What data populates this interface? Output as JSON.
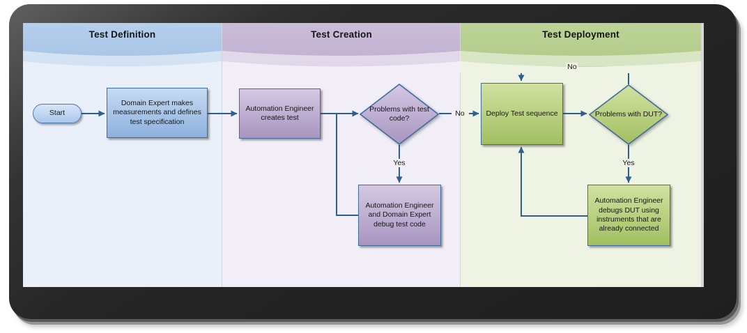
{
  "lanes": [
    {
      "id": "test-definition",
      "label": "Test Definition",
      "header_color": "#aac7e8",
      "body_color": "#eaf0fa"
    },
    {
      "id": "test-creation",
      "label": "Test Creation",
      "header_color": "#c6b6d4",
      "body_color": "#f1eef7"
    },
    {
      "id": "test-deployment",
      "label": "Test Deployment",
      "header_color": "#b7ce8e",
      "body_color": "#eff3e3"
    }
  ],
  "nodes": [
    {
      "id": "start",
      "type": "terminator",
      "lane": "test-definition",
      "color": "blue",
      "label": "Start"
    },
    {
      "id": "domain-expert-measurements",
      "type": "process",
      "lane": "test-definition",
      "color": "blue",
      "label": "Domain Expert makes measurements and defines test specification"
    },
    {
      "id": "automation-engineer-creates-test",
      "type": "process",
      "lane": "test-creation",
      "color": "purple",
      "label": "Automation Engineer creates test"
    },
    {
      "id": "problems-with-test-code",
      "type": "decision",
      "lane": "test-creation",
      "color": "purple",
      "label": "Problems with test code?"
    },
    {
      "id": "debug-test-code",
      "type": "process",
      "lane": "test-creation",
      "color": "purple",
      "label": "Automation Engineer and Domain Expert debug test code"
    },
    {
      "id": "deploy-test-sequence",
      "type": "process",
      "lane": "test-deployment",
      "color": "green",
      "label": "Deploy Test sequence"
    },
    {
      "id": "problems-with-dut",
      "type": "decision",
      "lane": "test-deployment",
      "color": "green",
      "label": "Problems with DUT?"
    },
    {
      "id": "debug-dut",
      "type": "process",
      "lane": "test-deployment",
      "color": "green",
      "label": "Automation Engineer debugs DUT using instruments that are already connected"
    }
  ],
  "edges": [
    {
      "from": "start",
      "to": "domain-expert-measurements",
      "label": ""
    },
    {
      "from": "domain-expert-measurements",
      "to": "automation-engineer-creates-test",
      "label": ""
    },
    {
      "from": "automation-engineer-creates-test",
      "to": "problems-with-test-code",
      "label": ""
    },
    {
      "from": "problems-with-test-code",
      "to": "debug-test-code",
      "label": "Yes"
    },
    {
      "from": "debug-test-code",
      "to": "problems-with-test-code",
      "label": ""
    },
    {
      "from": "problems-with-test-code",
      "to": "deploy-test-sequence",
      "label": "No"
    },
    {
      "from": "deploy-test-sequence",
      "to": "problems-with-dut",
      "label": ""
    },
    {
      "from": "problems-with-dut",
      "to": "deploy-test-sequence",
      "label": "No"
    },
    {
      "from": "problems-with-dut",
      "to": "debug-dut",
      "label": "Yes"
    },
    {
      "from": "debug-dut",
      "to": "deploy-test-sequence",
      "label": ""
    }
  ],
  "colors": {
    "connector": "#2d5f90",
    "node_border": "#3f6da0",
    "frame": "#262626",
    "blue_fill_top": "#c6dbf2",
    "blue_fill_bottom": "#8db1de",
    "purple_fill_top": "#d4c8e2",
    "purple_fill_bottom": "#a995c1",
    "green_fill_top": "#d1e1a1",
    "green_fill_bottom": "#a1c061"
  }
}
